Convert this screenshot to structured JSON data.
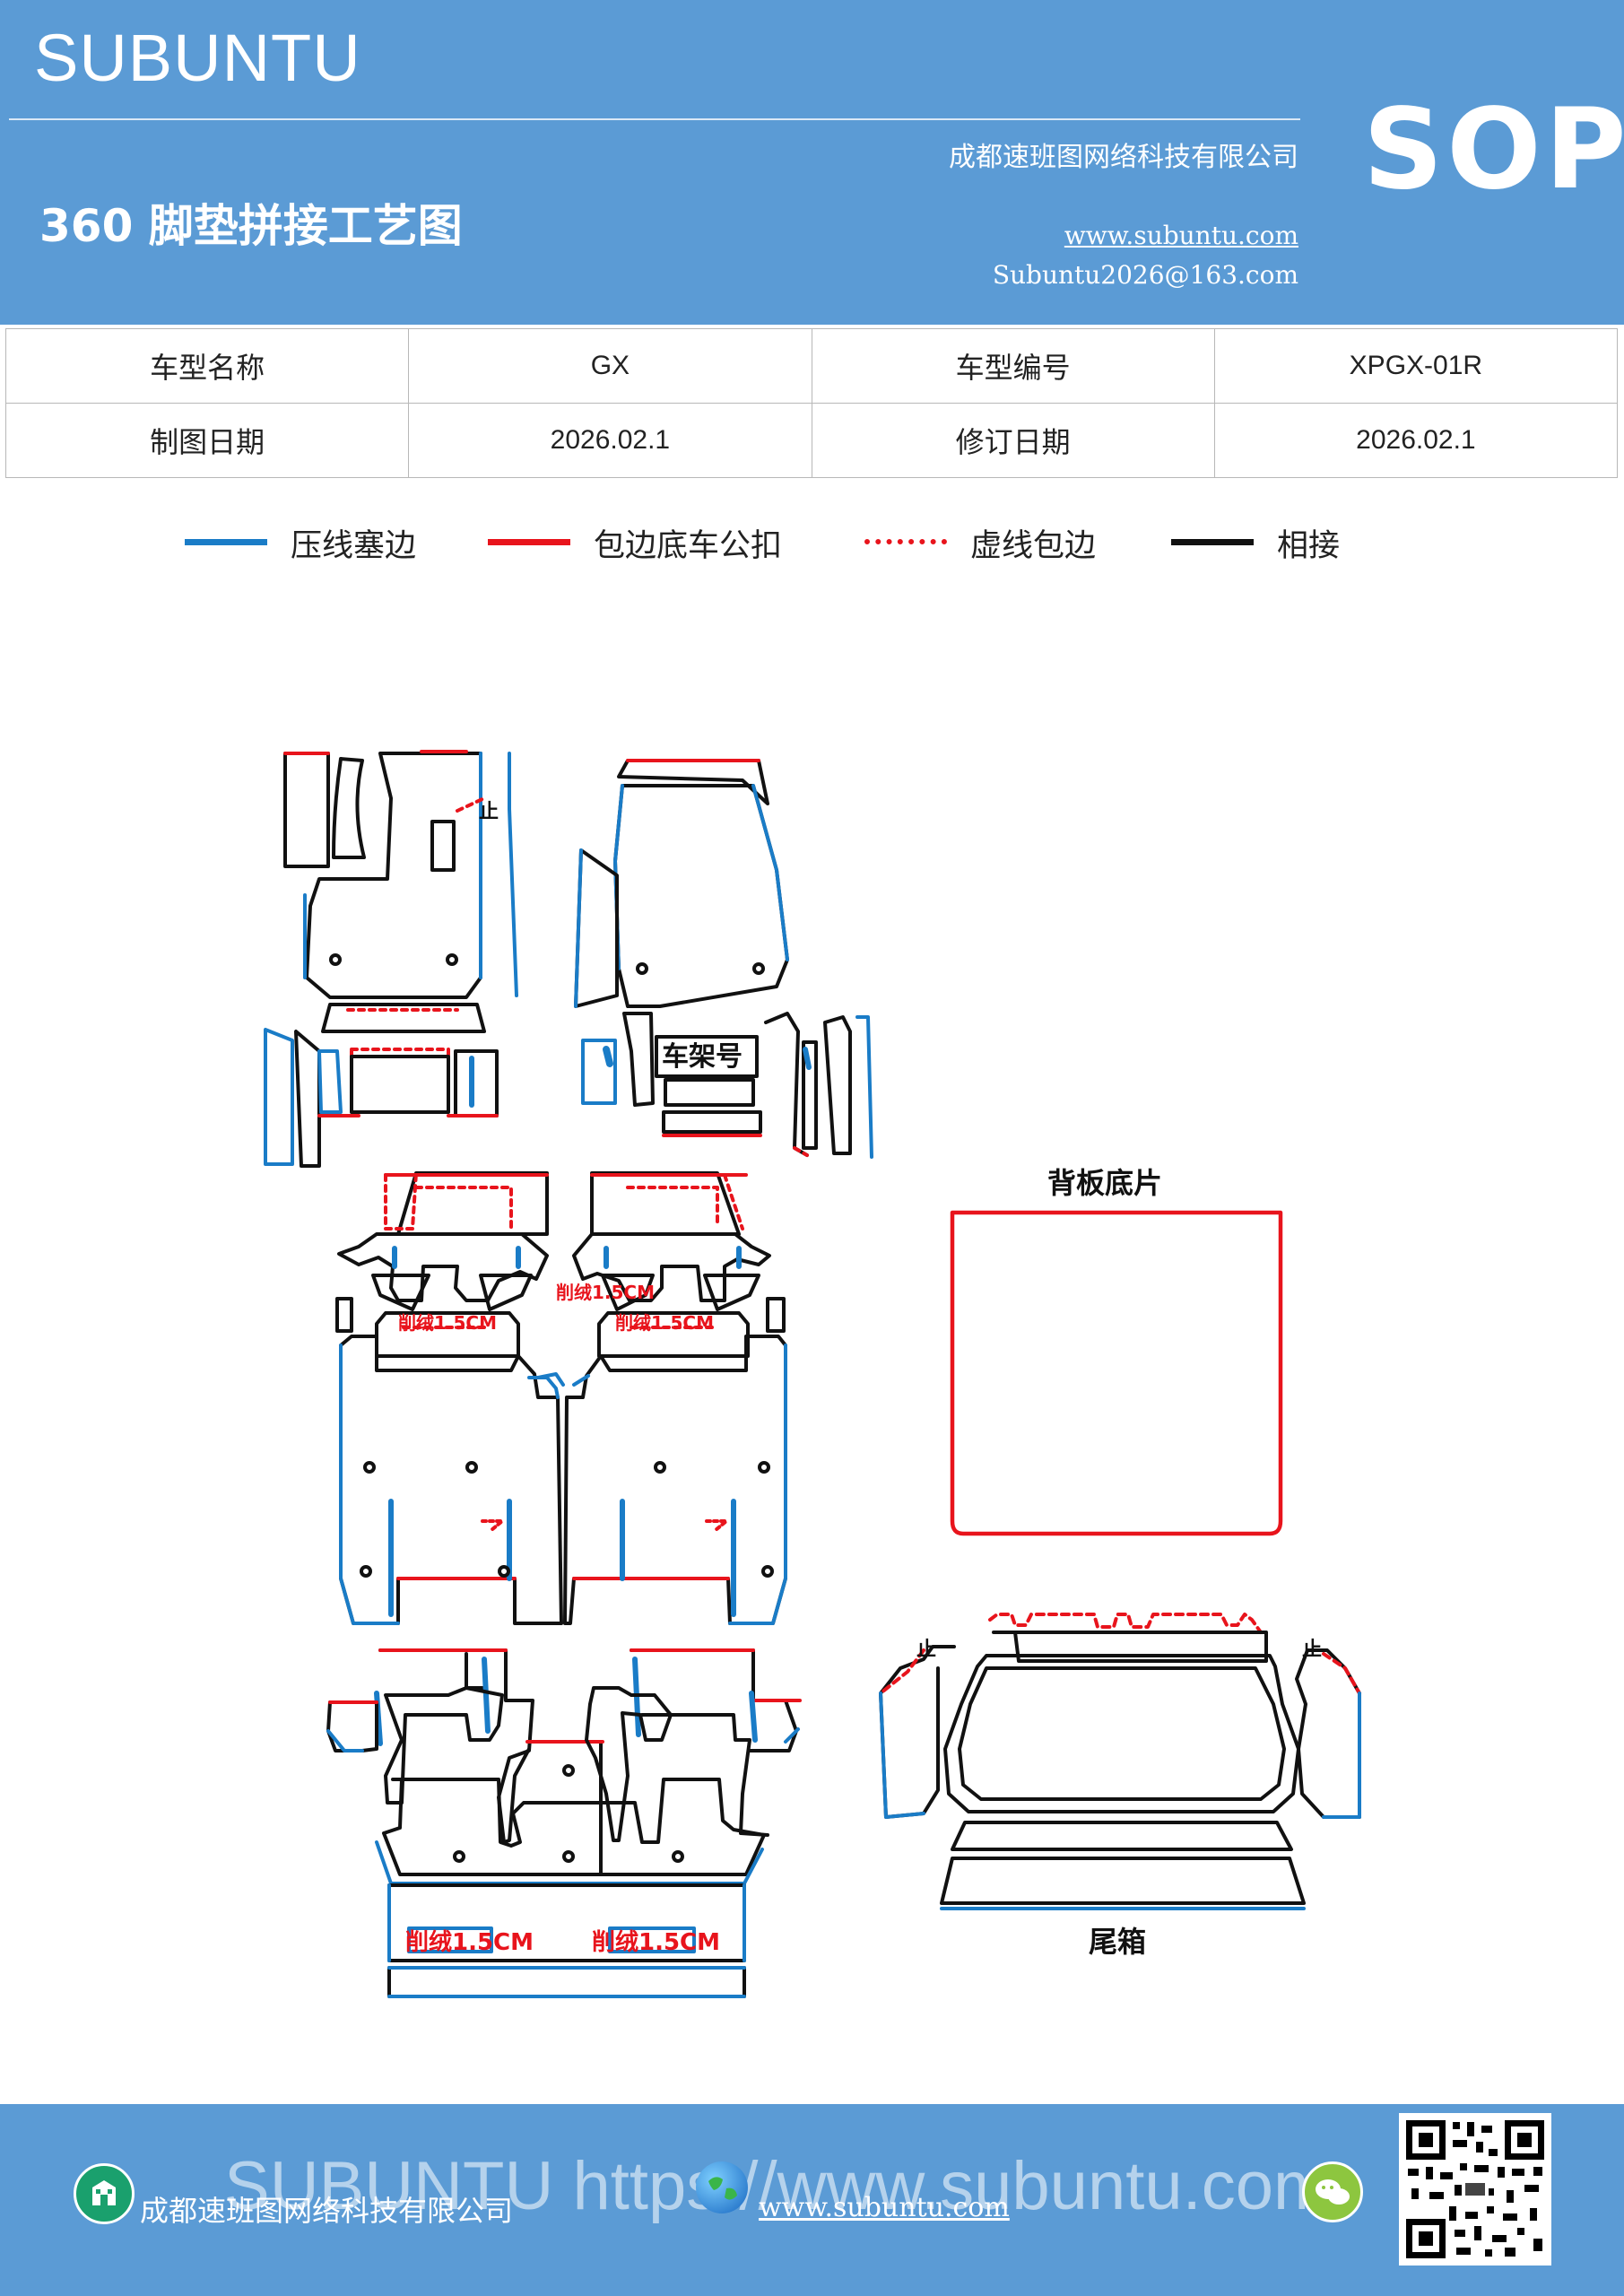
{
  "header": {
    "brand": "SUBUNTU",
    "company": "成都速班图网络科技有限公司",
    "title": "360 脚垫拼接工艺图",
    "website": "www.subuntu.com",
    "email": "Subuntu2026@163.com",
    "badge": "SOP",
    "bg_color": "#5b9bd5"
  },
  "info": {
    "rows": [
      [
        "车型名称",
        "GX",
        "车型编号",
        "XPGX-01R"
      ],
      [
        "制图日期",
        "2026.02.1",
        "修订日期",
        "2026.02.1"
      ]
    ]
  },
  "legend": [
    {
      "label": "压线塞边",
      "color": "#1a7cc7",
      "style": "solid"
    },
    {
      "label": "包边底车公扣",
      "color": "#e8141c",
      "style": "solid"
    },
    {
      "label": "虚线包边",
      "color": "#e8141c",
      "style": "dashed"
    },
    {
      "label": "相接",
      "color": "#111111",
      "style": "solid"
    }
  ],
  "diagram": {
    "labels": {
      "frame_no": "车架号",
      "back_panel": "背板底片",
      "trunk": "尾箱",
      "trim": "削绒1.5CM",
      "stop": "止"
    }
  },
  "footer": {
    "watermark": "SUBUNTU https://www.subuntu.com",
    "company": "成都速班图网络科技有限公司",
    "website": "www.subuntu.com"
  }
}
